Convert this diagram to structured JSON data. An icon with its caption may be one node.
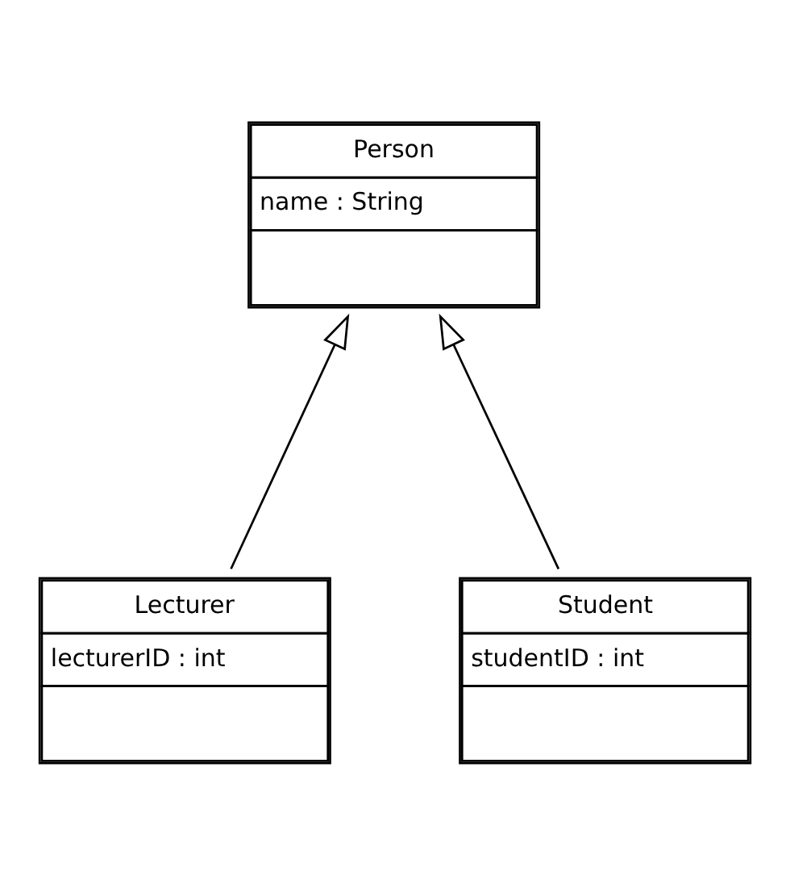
{
  "diagram": {
    "nodes": [
      {
        "text": [
          "Person",
          "name : String"
        ]
      },
      {
        "text": [
          "Lecturer",
          "lecturerID : int"
        ]
      },
      {
        "text": [
          "Student",
          "studentID : int"
        ]
      }
    ],
    "edges": [
      {
        "from": 1,
        "to": 0,
        "arrow": "to"
      },
      {
        "from": 2,
        "to": 0,
        "arrow": "to"
      }
    ]
  }
}
